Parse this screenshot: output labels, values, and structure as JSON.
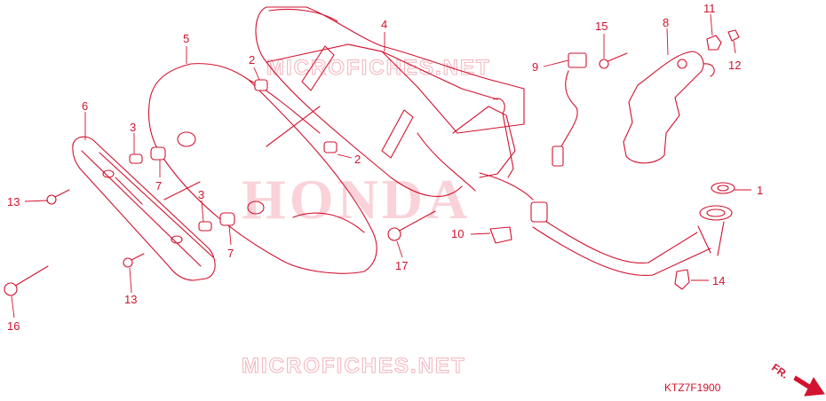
{
  "watermarks": {
    "top": "MICROFICHES.NET",
    "bottom": "MICROFICHES.NET",
    "center": "HONDA"
  },
  "diagram_code": "KTZ7F1900",
  "direction_marker": "FR.",
  "parts": [
    {
      "id": "p1",
      "label": "1"
    },
    {
      "id": "p2a",
      "label": "2"
    },
    {
      "id": "p2b",
      "label": "2"
    },
    {
      "id": "p3a",
      "label": "3"
    },
    {
      "id": "p3b",
      "label": "3"
    },
    {
      "id": "p4",
      "label": "4"
    },
    {
      "id": "p5",
      "label": "5"
    },
    {
      "id": "p6",
      "label": "6"
    },
    {
      "id": "p7a",
      "label": "7"
    },
    {
      "id": "p7b",
      "label": "7"
    },
    {
      "id": "p8",
      "label": "8"
    },
    {
      "id": "p9",
      "label": "9"
    },
    {
      "id": "p10",
      "label": "10"
    },
    {
      "id": "p11",
      "label": "11"
    },
    {
      "id": "p12",
      "label": "12"
    },
    {
      "id": "p13a",
      "label": "13"
    },
    {
      "id": "p13b",
      "label": "13"
    },
    {
      "id": "p14",
      "label": "14"
    },
    {
      "id": "p15",
      "label": "15"
    },
    {
      "id": "p16",
      "label": "16"
    },
    {
      "id": "p17",
      "label": "17"
    }
  ]
}
